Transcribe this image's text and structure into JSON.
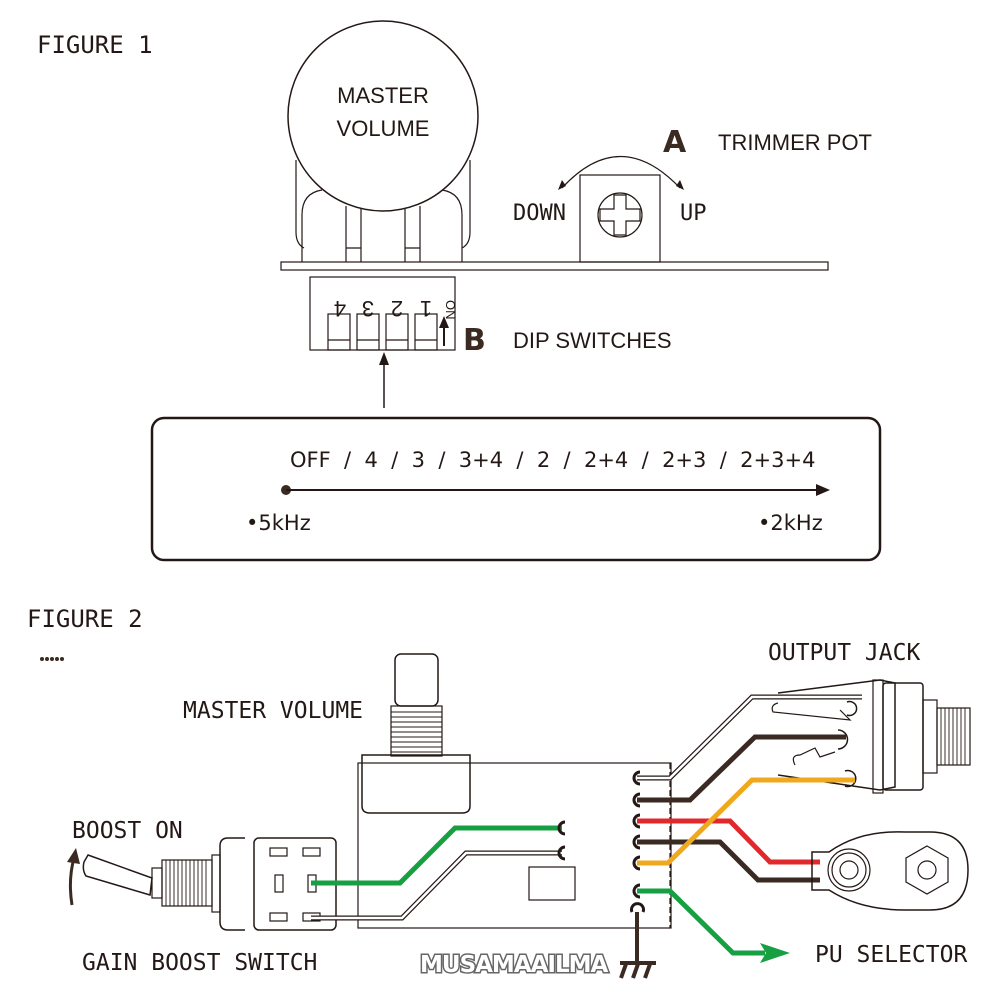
{
  "figure1": {
    "title": "FIGURE 1",
    "master_volume_label_line1": "MASTER",
    "master_volume_label_line2": "VOLUME",
    "trimmer": {
      "marker": "A",
      "label": "TRIMMER POT",
      "down_label": "DOWN",
      "up_label": "UP"
    },
    "dip": {
      "marker": "B",
      "label": "DIP SWITCHES",
      "switch_numbers": [
        "4",
        "3",
        "2",
        "1"
      ],
      "on_label": "ON"
    },
    "frequency_scale": {
      "sequence": "OFF  /  4  /  3  /  3+4  /  2  /  2+4  /  2+3  /  2+3+4",
      "start_label": "•5kHz",
      "end_label": "•2kHz"
    }
  },
  "figure2": {
    "title": "FIGURE 2",
    "master_volume_label": "MASTER VOLUME",
    "output_jack_label": "OUTPUT JACK",
    "boost_on_label": "BOOST ON",
    "gain_boost_switch_label": "GAIN BOOST SWITCH",
    "pu_selector_label": "PU SELECTOR",
    "watermark": "MUSAMAAILMA",
    "wire_colors": {
      "white": "#ffffff",
      "black": "#3a2a22",
      "red": "#e0282d",
      "yellow": "#f0a81e",
      "green": "#16a043",
      "outline": "#231815"
    }
  }
}
